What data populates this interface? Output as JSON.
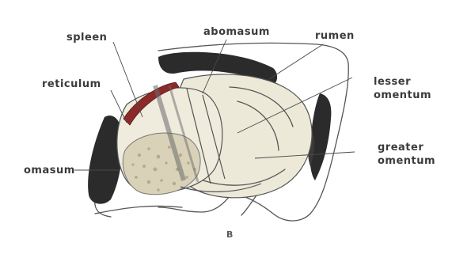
{
  "figure": {
    "panel_letter": "B",
    "labels": {
      "spleen": "spleen",
      "abomasum": "abomasum",
      "rumen": "rumen",
      "reticulum": "reticulum",
      "lesser_omentum_line1": "lesser",
      "lesser_omentum_line2": "omentum",
      "greater_omentum_line1": "greater",
      "greater_omentum_line2": "omentum",
      "omasum": "omasum"
    },
    "colors": {
      "spleen": "#8c2a2a",
      "dark_tissue": "#2b2b2b",
      "organ_wall": "#ece9d8",
      "omasum_texture": "#d9d2b8",
      "outline": "#555555"
    }
  }
}
